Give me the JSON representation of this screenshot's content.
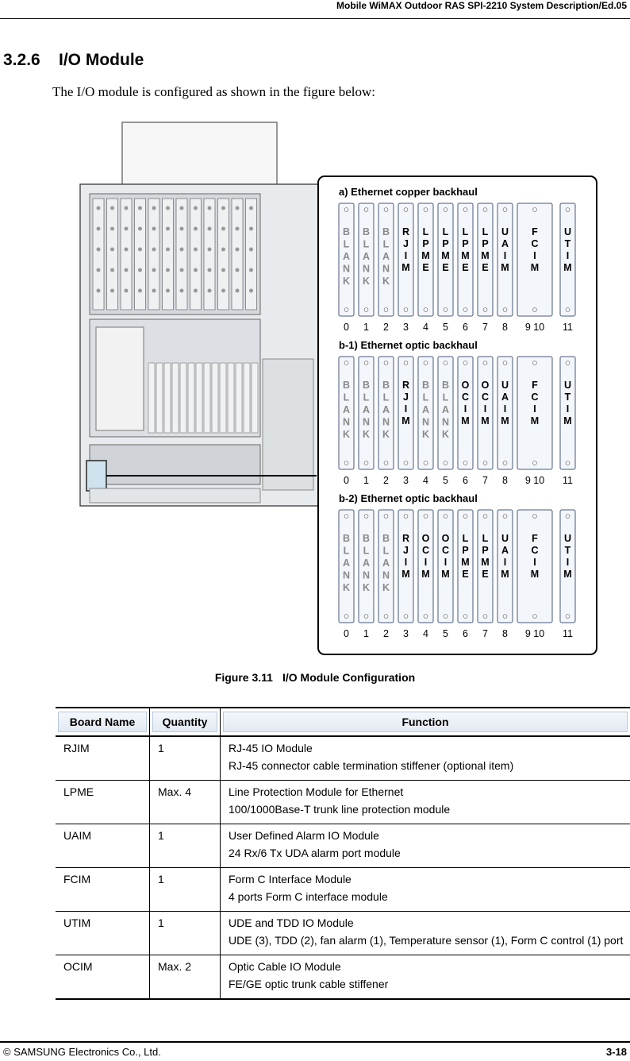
{
  "header": {
    "title": "Mobile WiMAX Outdoor RAS SPI-2210 System Description/Ed.05"
  },
  "section": {
    "number": "3.2.6",
    "title": "I/O Module",
    "intro": "The I/O module is configured as shown in the figure below:"
  },
  "figure": {
    "caption_label": "Figure 3.11",
    "caption_text": "I/O Module Configuration",
    "panels": [
      {
        "title": "a) Ethernet copper backhaul",
        "slots": [
          {
            "name": "BLANK",
            "num": "0",
            "blank": true
          },
          {
            "name": "BLANK",
            "num": "1",
            "blank": true
          },
          {
            "name": "BLANK",
            "num": "2",
            "blank": true
          },
          {
            "name": "RJIM",
            "num": "3",
            "blank": false
          },
          {
            "name": "LPME",
            "num": "4",
            "blank": false
          },
          {
            "name": "LPME",
            "num": "5",
            "blank": false
          },
          {
            "name": "LPME",
            "num": "6",
            "blank": false
          },
          {
            "name": "LPME",
            "num": "7",
            "blank": false
          },
          {
            "name": "UAIM",
            "num": "8",
            "blank": false
          },
          {
            "name": "FCIM",
            "num": "9 10",
            "blank": false,
            "wide": true
          },
          {
            "name": "UTIM",
            "num": "11",
            "blank": false
          }
        ]
      },
      {
        "title": "b-1) Ethernet optic backhaul",
        "slots": [
          {
            "name": "BLANK",
            "num": "0",
            "blank": true
          },
          {
            "name": "BLANK",
            "num": "1",
            "blank": true
          },
          {
            "name": "BLANK",
            "num": "2",
            "blank": true
          },
          {
            "name": "RJIM",
            "num": "3",
            "blank": false
          },
          {
            "name": "BLANK",
            "num": "4",
            "blank": true
          },
          {
            "name": "BLANK",
            "num": "5",
            "blank": true
          },
          {
            "name": "OCIM",
            "num": "6",
            "blank": false
          },
          {
            "name": "OCIM",
            "num": "7",
            "blank": false
          },
          {
            "name": "UAIM",
            "num": "8",
            "blank": false
          },
          {
            "name": "FCIM",
            "num": "9 10",
            "blank": false,
            "wide": true
          },
          {
            "name": "UTIM",
            "num": "11",
            "blank": false
          }
        ]
      },
      {
        "title": "b-2) Ethernet optic backhaul",
        "slots": [
          {
            "name": "BLANK",
            "num": "0",
            "blank": true
          },
          {
            "name": "BLANK",
            "num": "1",
            "blank": true
          },
          {
            "name": "BLANK",
            "num": "2",
            "blank": true
          },
          {
            "name": "RJIM",
            "num": "3",
            "blank": false
          },
          {
            "name": "OCIM",
            "num": "4",
            "blank": false
          },
          {
            "name": "OCIM",
            "num": "5",
            "blank": false
          },
          {
            "name": "LPME",
            "num": "6",
            "blank": false
          },
          {
            "name": "LPME",
            "num": "7",
            "blank": false
          },
          {
            "name": "UAIM",
            "num": "8",
            "blank": false
          },
          {
            "name": "FCIM",
            "num": "9 10",
            "blank": false,
            "wide": true
          },
          {
            "name": "UTIM",
            "num": "11",
            "blank": false
          }
        ]
      }
    ],
    "colors": {
      "blank_text": "#8a8a8a",
      "module_text": "#000000",
      "slot_fill": "#f3f6fa",
      "slot_stroke": "#4a5a7a",
      "panel_stroke": "#000000",
      "cabinet_fill": "#eef0f2"
    }
  },
  "table": {
    "headers": [
      "Board Name",
      "Quantity",
      "Function"
    ],
    "rows": [
      {
        "name": "RJIM",
        "qty": "1",
        "func": [
          "RJ-45 IO Module",
          "RJ-45 connector cable termination stiffener (optional item)"
        ]
      },
      {
        "name": "LPME",
        "qty": "Max. 4",
        "func": [
          "Line Protection Module for Ethernet",
          "100/1000Base-T trunk line protection module"
        ]
      },
      {
        "name": "UAIM",
        "qty": "1",
        "func": [
          "User Defined Alarm IO Module",
          "24 Rx/6 Tx UDA alarm port module"
        ]
      },
      {
        "name": "FCIM",
        "qty": "1",
        "func": [
          "Form C Interface Module",
          "4 ports Form C interface module"
        ]
      },
      {
        "name": "UTIM",
        "qty": "1",
        "func": [
          "UDE and TDD IO Module",
          "UDE (3), TDD (2), fan alarm (1), Temperature sensor (1), Form C control (1) port"
        ]
      },
      {
        "name": "OCIM",
        "qty": "Max. 2",
        "func": [
          "Optic Cable IO Module",
          "FE/GE optic trunk cable stiffener"
        ]
      }
    ]
  },
  "footer": {
    "copyright": "© SAMSUNG Electronics Co., Ltd.",
    "page": "3-18"
  }
}
